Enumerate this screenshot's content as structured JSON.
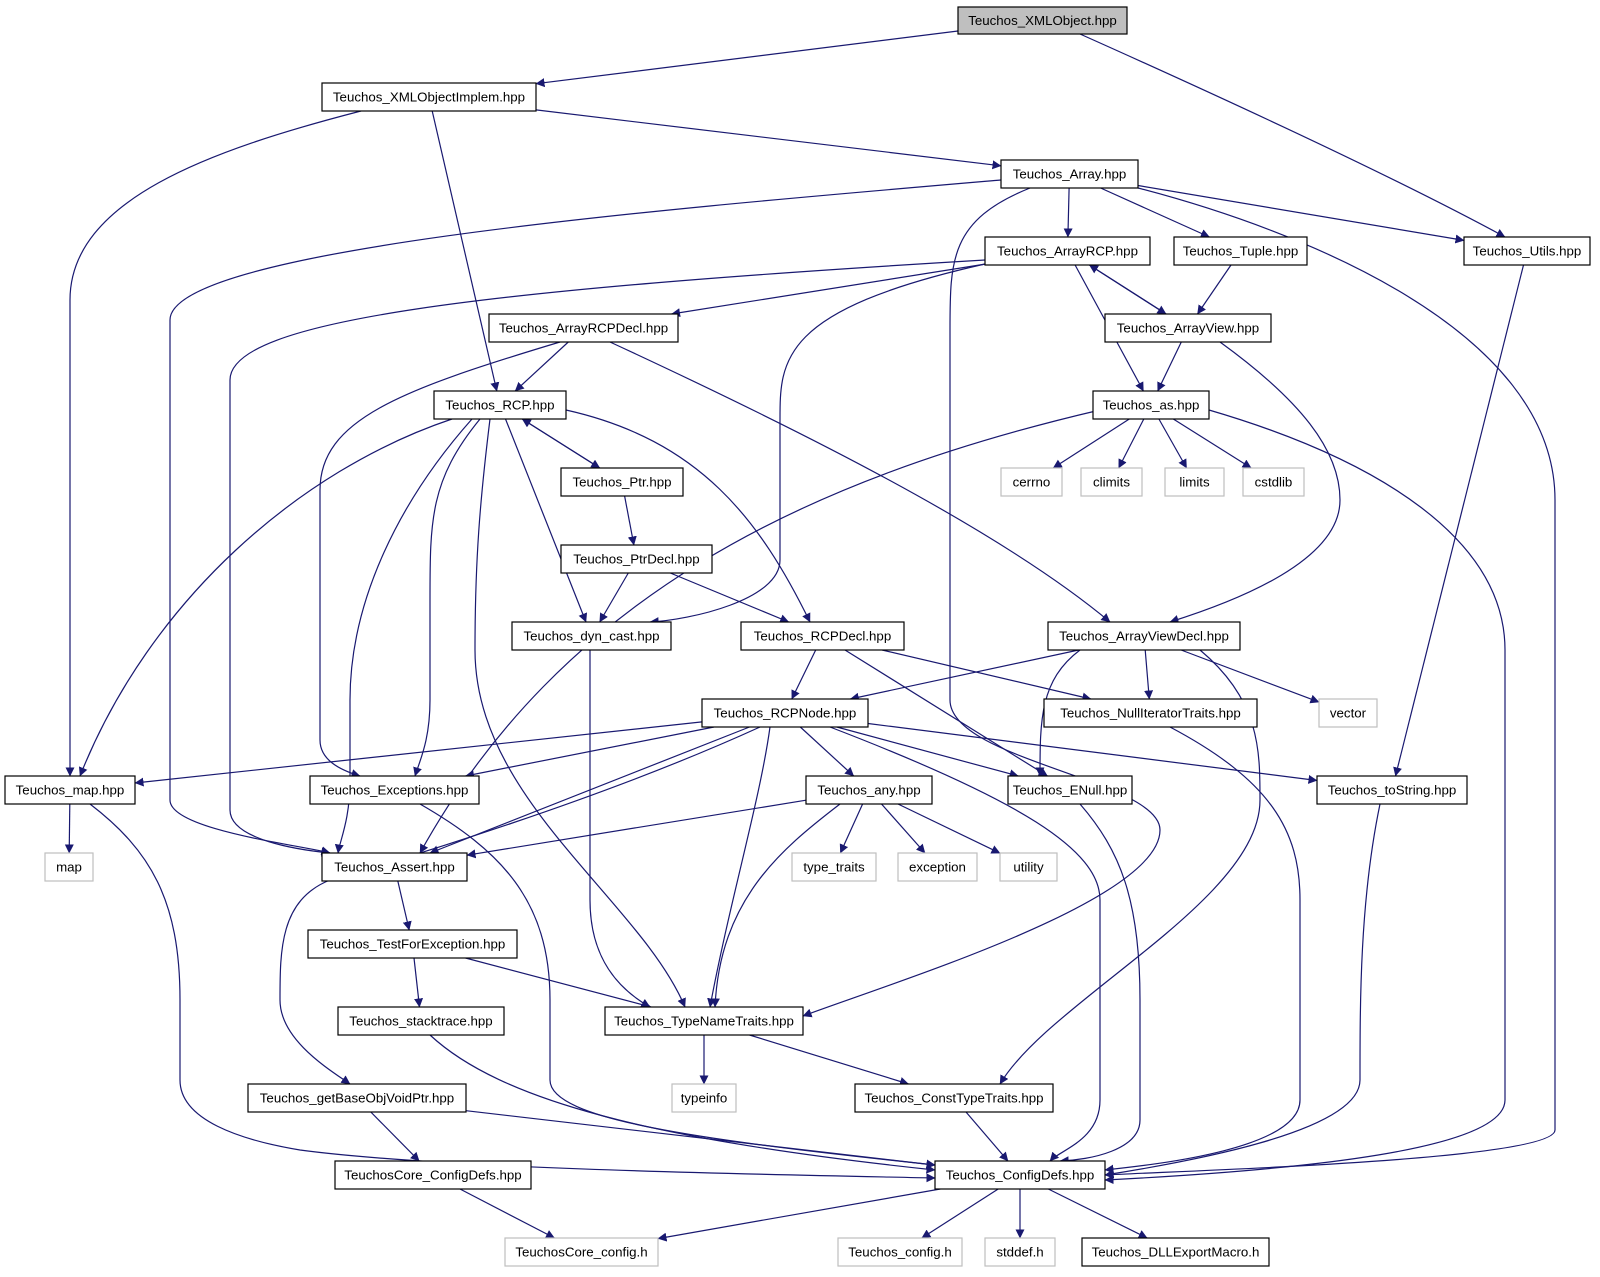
{
  "colors": {
    "edge": "#191970",
    "node_border": "#000000",
    "system_border": "#bfbfbf",
    "root_fill": "#bfbfbf"
  },
  "nodes": [
    {
      "id": "xmlobject",
      "label": "Teuchos_XMLObject.hpp",
      "kind": "root"
    },
    {
      "id": "xmlobjectimplem",
      "label": "Teuchos_XMLObjectImplem.hpp",
      "kind": "header"
    },
    {
      "id": "array",
      "label": "Teuchos_Array.hpp",
      "kind": "header"
    },
    {
      "id": "arrayrcp",
      "label": "Teuchos_ArrayRCP.hpp",
      "kind": "header"
    },
    {
      "id": "tuple",
      "label": "Teuchos_Tuple.hpp",
      "kind": "header"
    },
    {
      "id": "utils",
      "label": "Teuchos_Utils.hpp",
      "kind": "header"
    },
    {
      "id": "arrayrcpdecl",
      "label": "Teuchos_ArrayRCPDecl.hpp",
      "kind": "header"
    },
    {
      "id": "arrayview",
      "label": "Teuchos_ArrayView.hpp",
      "kind": "header"
    },
    {
      "id": "rcp",
      "label": "Teuchos_RCP.hpp",
      "kind": "header"
    },
    {
      "id": "as",
      "label": "Teuchos_as.hpp",
      "kind": "header"
    },
    {
      "id": "ptr",
      "label": "Teuchos_Ptr.hpp",
      "kind": "header"
    },
    {
      "id": "cerrno",
      "label": "cerrno",
      "kind": "system"
    },
    {
      "id": "climits",
      "label": "climits",
      "kind": "system"
    },
    {
      "id": "limits",
      "label": "limits",
      "kind": "system"
    },
    {
      "id": "cstdlib",
      "label": "cstdlib",
      "kind": "system"
    },
    {
      "id": "ptrdecl",
      "label": "Teuchos_PtrDecl.hpp",
      "kind": "header"
    },
    {
      "id": "dyncast",
      "label": "Teuchos_dyn_cast.hpp",
      "kind": "header"
    },
    {
      "id": "rcpdecl",
      "label": "Teuchos_RCPDecl.hpp",
      "kind": "header"
    },
    {
      "id": "arrayviewdecl",
      "label": "Teuchos_ArrayViewDecl.hpp",
      "kind": "header"
    },
    {
      "id": "rcpnode",
      "label": "Teuchos_RCPNode.hpp",
      "kind": "header"
    },
    {
      "id": "nulliter",
      "label": "Teuchos_NullIteratorTraits.hpp",
      "kind": "header"
    },
    {
      "id": "vector",
      "label": "vector",
      "kind": "system"
    },
    {
      "id": "map_hpp",
      "label": "Teuchos_map.hpp",
      "kind": "header"
    },
    {
      "id": "exceptions",
      "label": "Teuchos_Exceptions.hpp",
      "kind": "header"
    },
    {
      "id": "any",
      "label": "Teuchos_any.hpp",
      "kind": "header"
    },
    {
      "id": "enull",
      "label": "Teuchos_ENull.hpp",
      "kind": "header"
    },
    {
      "id": "tostring",
      "label": "Teuchos_toString.hpp",
      "kind": "header"
    },
    {
      "id": "map",
      "label": "map",
      "kind": "system"
    },
    {
      "id": "assert",
      "label": "Teuchos_Assert.hpp",
      "kind": "header"
    },
    {
      "id": "typetraits",
      "label": "type_traits",
      "kind": "system"
    },
    {
      "id": "exception",
      "label": "exception",
      "kind": "system"
    },
    {
      "id": "utility",
      "label": "utility",
      "kind": "system"
    },
    {
      "id": "testforexc",
      "label": "Teuchos_TestForException.hpp",
      "kind": "header"
    },
    {
      "id": "stacktrace",
      "label": "Teuchos_stacktrace.hpp",
      "kind": "header"
    },
    {
      "id": "typenametraits",
      "label": "Teuchos_TypeNameTraits.hpp",
      "kind": "header"
    },
    {
      "id": "typeinfo",
      "label": "typeinfo",
      "kind": "system"
    },
    {
      "id": "getbaseobj",
      "label": "Teuchos_getBaseObjVoidPtr.hpp",
      "kind": "header"
    },
    {
      "id": "consttypetraits",
      "label": "Teuchos_ConstTypeTraits.hpp",
      "kind": "header"
    },
    {
      "id": "coreconfigdefs",
      "label": "TeuchosCore_ConfigDefs.hpp",
      "kind": "header"
    },
    {
      "id": "configdefs",
      "label": "Teuchos_ConfigDefs.hpp",
      "kind": "header"
    },
    {
      "id": "coreconfig",
      "label": "TeuchosCore_config.h",
      "kind": "system"
    },
    {
      "id": "config",
      "label": "Teuchos_config.h",
      "kind": "system"
    },
    {
      "id": "stddef",
      "label": "stddef.h",
      "kind": "system"
    },
    {
      "id": "dllexport",
      "label": "Teuchos_DLLExportMacro.h",
      "kind": "header"
    }
  ],
  "edges": [
    [
      "xmlobject",
      "xmlobjectimplem"
    ],
    [
      "xmlobject",
      "utils"
    ],
    [
      "xmlobjectimplem",
      "array"
    ],
    [
      "xmlobjectimplem",
      "rcp"
    ],
    [
      "xmlobjectimplem",
      "map_hpp"
    ],
    [
      "array",
      "arrayrcp"
    ],
    [
      "array",
      "tuple"
    ],
    [
      "array",
      "utils"
    ],
    [
      "array",
      "assert"
    ],
    [
      "array",
      "typenametraits"
    ],
    [
      "array",
      "configdefs"
    ],
    [
      "arrayrcp",
      "arrayrcpdecl"
    ],
    [
      "arrayrcp",
      "arrayview"
    ],
    [
      "arrayrcp",
      "as"
    ],
    [
      "arrayrcp",
      "dyncast"
    ],
    [
      "arrayrcp",
      "assert"
    ],
    [
      "tuple",
      "arrayview"
    ],
    [
      "utils",
      "tostring"
    ],
    [
      "arrayview",
      "arrayrcp"
    ],
    [
      "arrayview",
      "as"
    ],
    [
      "arrayview",
      "arrayviewdecl"
    ],
    [
      "arrayrcpdecl",
      "rcp"
    ],
    [
      "arrayrcpdecl",
      "arrayviewdecl"
    ],
    [
      "arrayrcpdecl",
      "exceptions"
    ],
    [
      "rcp",
      "ptr"
    ],
    [
      "rcp",
      "dyncast"
    ],
    [
      "rcp",
      "rcpdecl"
    ],
    [
      "rcp",
      "map_hpp"
    ],
    [
      "rcp",
      "exceptions"
    ],
    [
      "rcp",
      "assert"
    ],
    [
      "rcp",
      "typenametraits"
    ],
    [
      "ptr",
      "rcp"
    ],
    [
      "ptr",
      "ptrdecl"
    ],
    [
      "ptrdecl",
      "dyncast"
    ],
    [
      "ptrdecl",
      "rcpdecl"
    ],
    [
      "as",
      "cerrno"
    ],
    [
      "as",
      "climits"
    ],
    [
      "as",
      "limits"
    ],
    [
      "as",
      "cstdlib"
    ],
    [
      "as",
      "assert"
    ],
    [
      "as",
      "configdefs"
    ],
    [
      "dyncast",
      "typenametraits"
    ],
    [
      "rcpdecl",
      "rcpnode"
    ],
    [
      "rcpdecl",
      "nulliter"
    ],
    [
      "rcpdecl",
      "enull"
    ],
    [
      "arrayviewdecl",
      "rcpnode"
    ],
    [
      "arrayviewdecl",
      "nulliter"
    ],
    [
      "arrayviewdecl",
      "vector"
    ],
    [
      "arrayviewdecl",
      "enull"
    ],
    [
      "arrayviewdecl",
      "consttypetraits"
    ],
    [
      "rcpnode",
      "map_hpp"
    ],
    [
      "rcpnode",
      "exceptions"
    ],
    [
      "rcpnode",
      "any"
    ],
    [
      "rcpnode",
      "enull"
    ],
    [
      "rcpnode",
      "tostring"
    ],
    [
      "rcpnode",
      "assert"
    ],
    [
      "rcpnode",
      "typenametraits"
    ],
    [
      "rcpnode",
      "getbaseobj"
    ],
    [
      "rcpnode",
      "configdefs"
    ],
    [
      "nulliter",
      "configdefs"
    ],
    [
      "map_hpp",
      "map"
    ],
    [
      "map_hpp",
      "configdefs"
    ],
    [
      "exceptions",
      "configdefs"
    ],
    [
      "any",
      "assert"
    ],
    [
      "any",
      "typetraits"
    ],
    [
      "any",
      "exception"
    ],
    [
      "any",
      "utility"
    ],
    [
      "any",
      "typenametraits"
    ],
    [
      "enull",
      "configdefs"
    ],
    [
      "tostring",
      "configdefs"
    ],
    [
      "assert",
      "testforexc"
    ],
    [
      "testforexc",
      "stacktrace"
    ],
    [
      "testforexc",
      "typenametraits"
    ],
    [
      "stacktrace",
      "configdefs"
    ],
    [
      "typenametraits",
      "typeinfo"
    ],
    [
      "typenametraits",
      "consttypetraits"
    ],
    [
      "getbaseobj",
      "coreconfigdefs"
    ],
    [
      "getbaseobj",
      "configdefs"
    ],
    [
      "consttypetraits",
      "configdefs"
    ],
    [
      "coreconfigdefs",
      "coreconfig"
    ],
    [
      "configdefs",
      "coreconfig"
    ],
    [
      "configdefs",
      "config"
    ],
    [
      "configdefs",
      "stddef"
    ],
    [
      "configdefs",
      "dllexport"
    ]
  ]
}
